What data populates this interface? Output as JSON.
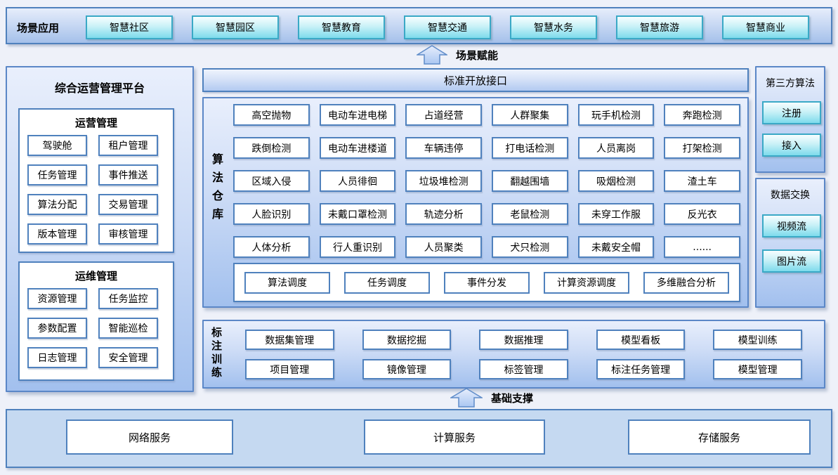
{
  "top_bar": {
    "label": "场景应用",
    "apps": [
      "智慧社区",
      "智慧园区",
      "智慧教育",
      "智慧交通",
      "智慧水务",
      "智慧旅游",
      "智慧商业"
    ]
  },
  "arrows": {
    "scene_label": "场景赋能",
    "base_label": "基础支撑"
  },
  "left_panel": {
    "title": "综合运营管理平台",
    "ops": {
      "title": "运营管理",
      "items": [
        "驾驶舱",
        "租户管理",
        "任务管理",
        "事件推送",
        "算法分配",
        "交易管理",
        "版本管理",
        "审核管理"
      ]
    },
    "maint": {
      "title": "运维管理",
      "items": [
        "资源管理",
        "任务监控",
        "参数配置",
        "智能巡检",
        "日志管理",
        "安全管理"
      ]
    }
  },
  "open_api": {
    "title": "标准开放接口"
  },
  "algo": {
    "side_label": "算法仓库",
    "items": [
      "高空抛物",
      "电动车进电梯",
      "占道经营",
      "人群聚集",
      "玩手机检测",
      "奔跑检测",
      "跌倒检测",
      "电动车进楼道",
      "车辆违停",
      "打电话检测",
      "人员离岗",
      "打架检测",
      "区域入侵",
      "人员徘徊",
      "垃圾堆检测",
      "翻越围墙",
      "吸烟检测",
      "渣土车",
      "人脸识别",
      "未戴口罩检测",
      "轨迹分析",
      "老鼠检测",
      "未穿工作服",
      "反光衣",
      "人体分析",
      "行人重识别",
      "人员聚类",
      "犬只检测",
      "未戴安全帽",
      "......"
    ],
    "scheduling": [
      "算法调度",
      "任务调度",
      "事件分发",
      "计算资源调度",
      "多维融合分析"
    ]
  },
  "third_party": {
    "title": "第三方算法",
    "buttons": [
      "注册",
      "接入"
    ]
  },
  "data_exchange": {
    "title": "数据交换",
    "buttons": [
      "视频流",
      "图片流"
    ]
  },
  "training": {
    "side_label": "标注训练",
    "items": [
      "数据集管理",
      "数据挖掘",
      "数据推理",
      "模型看板",
      "模型训练",
      "项目管理",
      "镜像管理",
      "标签管理",
      "标注任务管理",
      "模型管理"
    ]
  },
  "base": {
    "services": [
      "网络服务",
      "计算服务",
      "存储服务"
    ]
  },
  "colors": {
    "panel_border": "#4f81bd",
    "panel_fill_top": "#e9effc",
    "panel_fill_bottom": "#a2c0ee",
    "cyan_button_border": "#3aa9c6",
    "cyan_button_fill": "#7edbec",
    "bottom_bar_fill": "#c5d9f1"
  }
}
